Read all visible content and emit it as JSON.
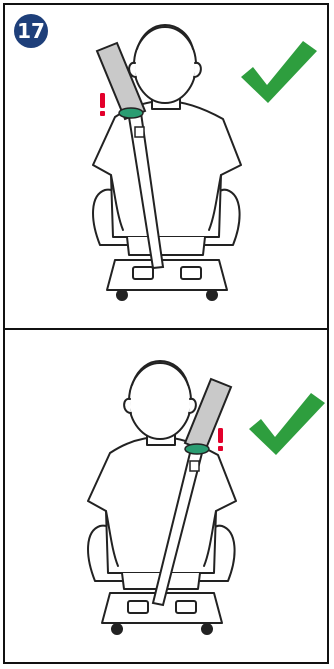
{
  "step": {
    "number": "17"
  },
  "colors": {
    "check": "#2e9e3e",
    "warning": "#e3002b",
    "belt_guide": "#2a9d72",
    "badge": "#1e3f7a",
    "belt": "#c9c9c9",
    "outline": "#222222"
  },
  "panels": [
    {
      "belt_side": "left-shoulder",
      "status_icon": "green-check-icon",
      "warning_icon": "red-exclamation-icon"
    },
    {
      "belt_side": "right-shoulder",
      "status_icon": "green-check-icon",
      "warning_icon": "red-exclamation-icon"
    }
  ]
}
